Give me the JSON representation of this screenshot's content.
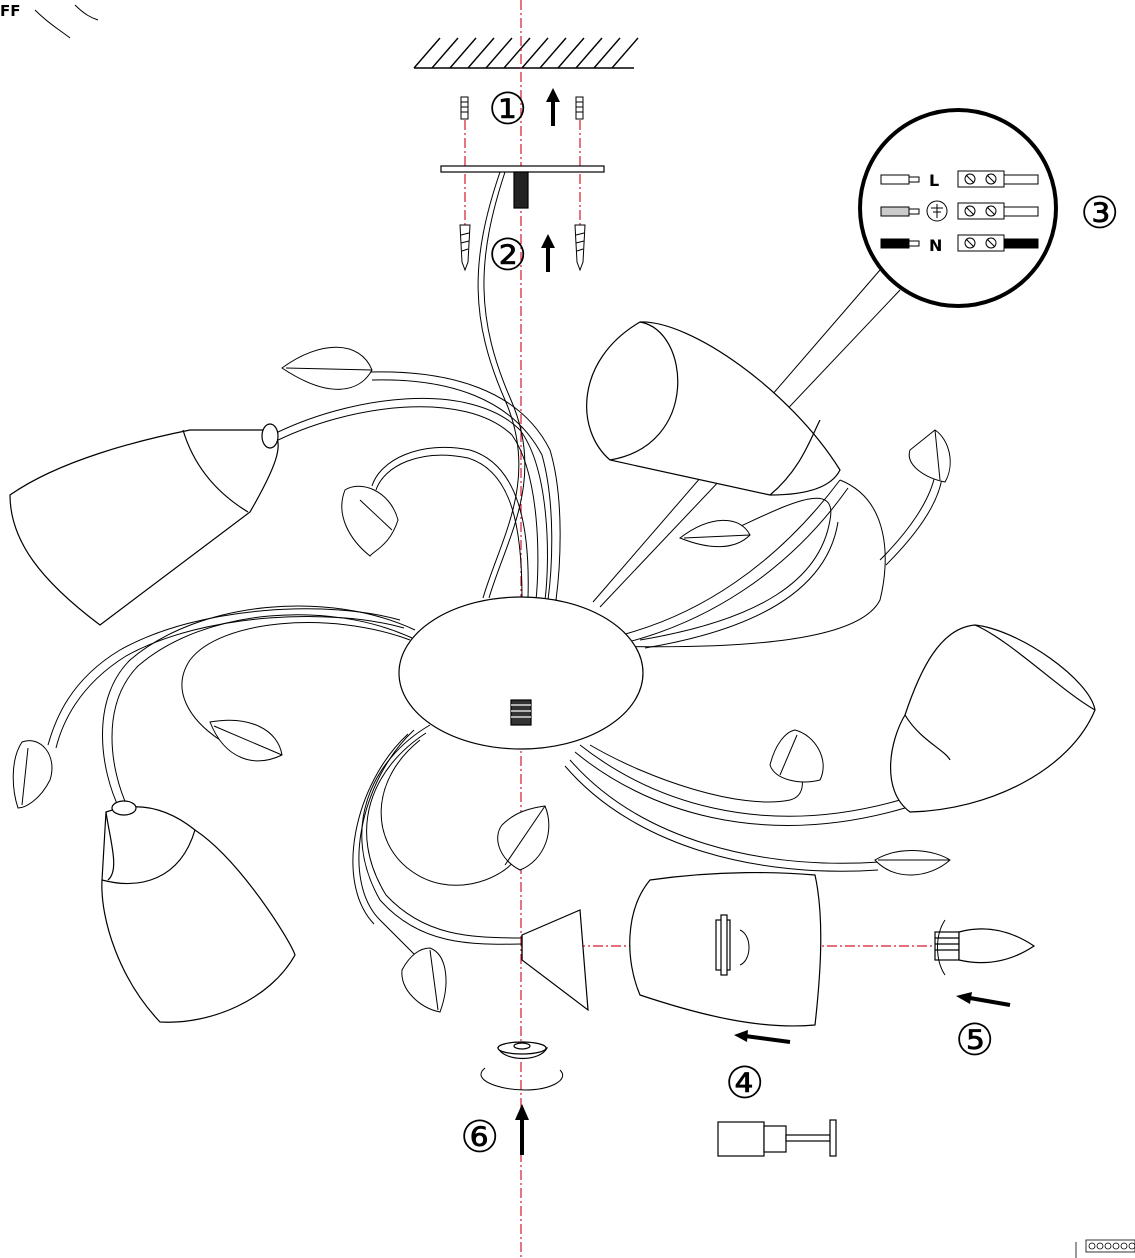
{
  "corner_text": "FF",
  "steps": {
    "s1": "①",
    "s2": "②",
    "s3": "③",
    "s4": "④",
    "s5": "⑤",
    "s6": "⑥"
  },
  "wiring": {
    "live": "L",
    "neutral": "N",
    "earth_icon": "earth-ground-icon"
  },
  "colors": {
    "line": "#000000",
    "axis": "#d7192b"
  }
}
